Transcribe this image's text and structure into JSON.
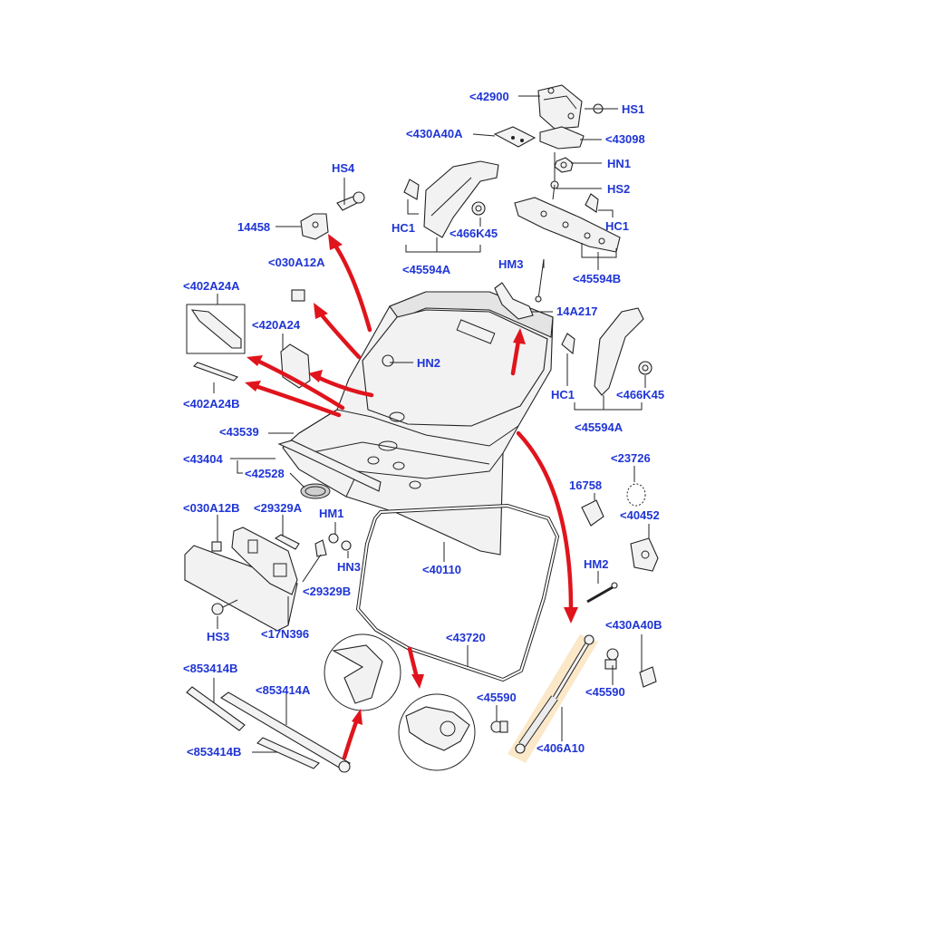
{
  "diagram": {
    "labels": {
      "l42900": "<42900",
      "lHS1": "HS1",
      "l430A40A": "<430A40A",
      "l43098": "<43098",
      "lHN1": "HN1",
      "lHS4": "HS4",
      "lHS2": "HS2",
      "l14458": "14458",
      "lHC1_a": "HC1",
      "l466K45_a": "<466K45",
      "lHC1_b": "HC1",
      "l030A12A": "<030A12A",
      "l45594A_a": "<45594A",
      "lHM3": "HM3",
      "l45594B": "<45594B",
      "l402A24A": "<402A24A",
      "l14A217": "14A217",
      "l420A24": "<420A24",
      "lHN2": "HN2",
      "lHC1_c": "HC1",
      "l466K45_b": "<466K45",
      "l402A24B": "<402A24B",
      "l45594A_b": "<45594A",
      "l43539": "<43539",
      "l43404": "<43404",
      "l23726": "<23726",
      "l42528": "<42528",
      "l16758": "16758",
      "l030A12B": "<030A12B",
      "l29329A": "<29329A",
      "lHM1": "HM1",
      "l40452": "<40452",
      "l40110": "<40110",
      "lHN3": "HN3",
      "lHM2": "HM2",
      "l29329B": "<29329B",
      "lHS3": "HS3",
      "l17N396": "<17N396",
      "l430A40B": "<430A40B",
      "l43720": "<43720",
      "l853414B_a": "<853414B",
      "l853414A": "<853414A",
      "l45590_a": "<45590",
      "l45590_b": "<45590",
      "l406A10": "<406A10",
      "l853414B_b": "<853414B"
    },
    "colors": {
      "label": "#1f35d6",
      "arrow": "#e0141c",
      "highlight": "#fbe8c8"
    }
  }
}
